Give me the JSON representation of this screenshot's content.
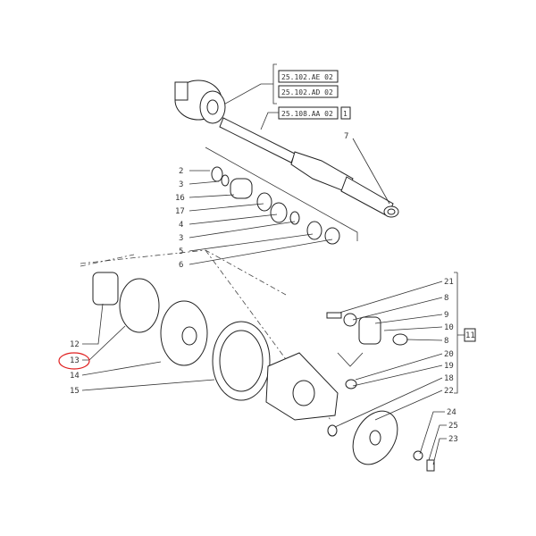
{
  "references": [
    {
      "code": "25.102.AE 02"
    },
    {
      "code": "25.102.AD 02"
    },
    {
      "code": "25.108.AA 02",
      "note": "1"
    }
  ],
  "callouts_upper_left": [
    "2",
    "3",
    "16",
    "17",
    "4",
    "3",
    "5",
    "6"
  ],
  "callout_shaft": "7",
  "callouts_lower_left": [
    "12",
    "13",
    "14",
    "15"
  ],
  "callouts_right": [
    "21",
    "8",
    "9",
    "10",
    "8",
    "20",
    "19",
    "18",
    "22"
  ],
  "group_box_right": "11",
  "callouts_bottom_right": [
    "24",
    "25",
    "23"
  ],
  "highlighted_callout": "13",
  "highlight_color": "#e02020"
}
